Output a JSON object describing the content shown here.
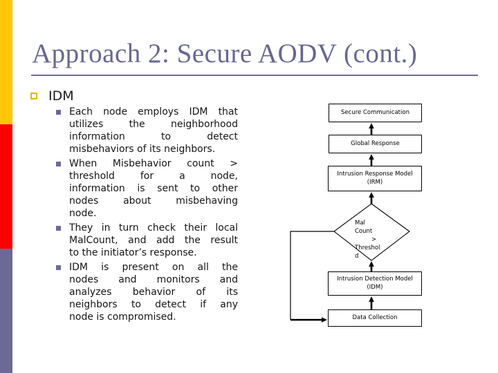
{
  "slide": {
    "title": "Approach 2: Secure AODV (cont.)",
    "heading": "IDM",
    "bullets": [
      {
        "lines": [
          "Each node employs IDM that",
          "utilizes the neighborhood",
          "information to detect",
          "misbehaviors of its neighbors."
        ]
      },
      {
        "lines": [
          "When Misbehavior count >",
          "threshold for a node,",
          "information is sent to other",
          "nodes about misbehaving",
          "node."
        ]
      },
      {
        "lines": [
          "They in turn check their local",
          "MalCount, and add the result",
          "to the initiator’s response."
        ]
      },
      {
        "lines": [
          "IDM is present on all the",
          "nodes and monitors and",
          "analyzes behavior of its",
          "neighbors to detect if any",
          "node is compromised."
        ]
      }
    ]
  },
  "flowchart": {
    "secure_communication": "Secure Communication",
    "global_response": "Global Response",
    "irm": "Intrusion Response Model (IRM)",
    "idm": "Intrusion Detection Model (IDM)",
    "data_collection": "Data Collection",
    "decision_lines": [
      "Mal",
      "Count",
      ">",
      "Threshol",
      "d"
    ]
  },
  "colors": {
    "accent_yellow": "#FFC60A",
    "accent_red": "#FF0000",
    "accent_slate": "#6A6A94",
    "title_text": "#67678F"
  }
}
